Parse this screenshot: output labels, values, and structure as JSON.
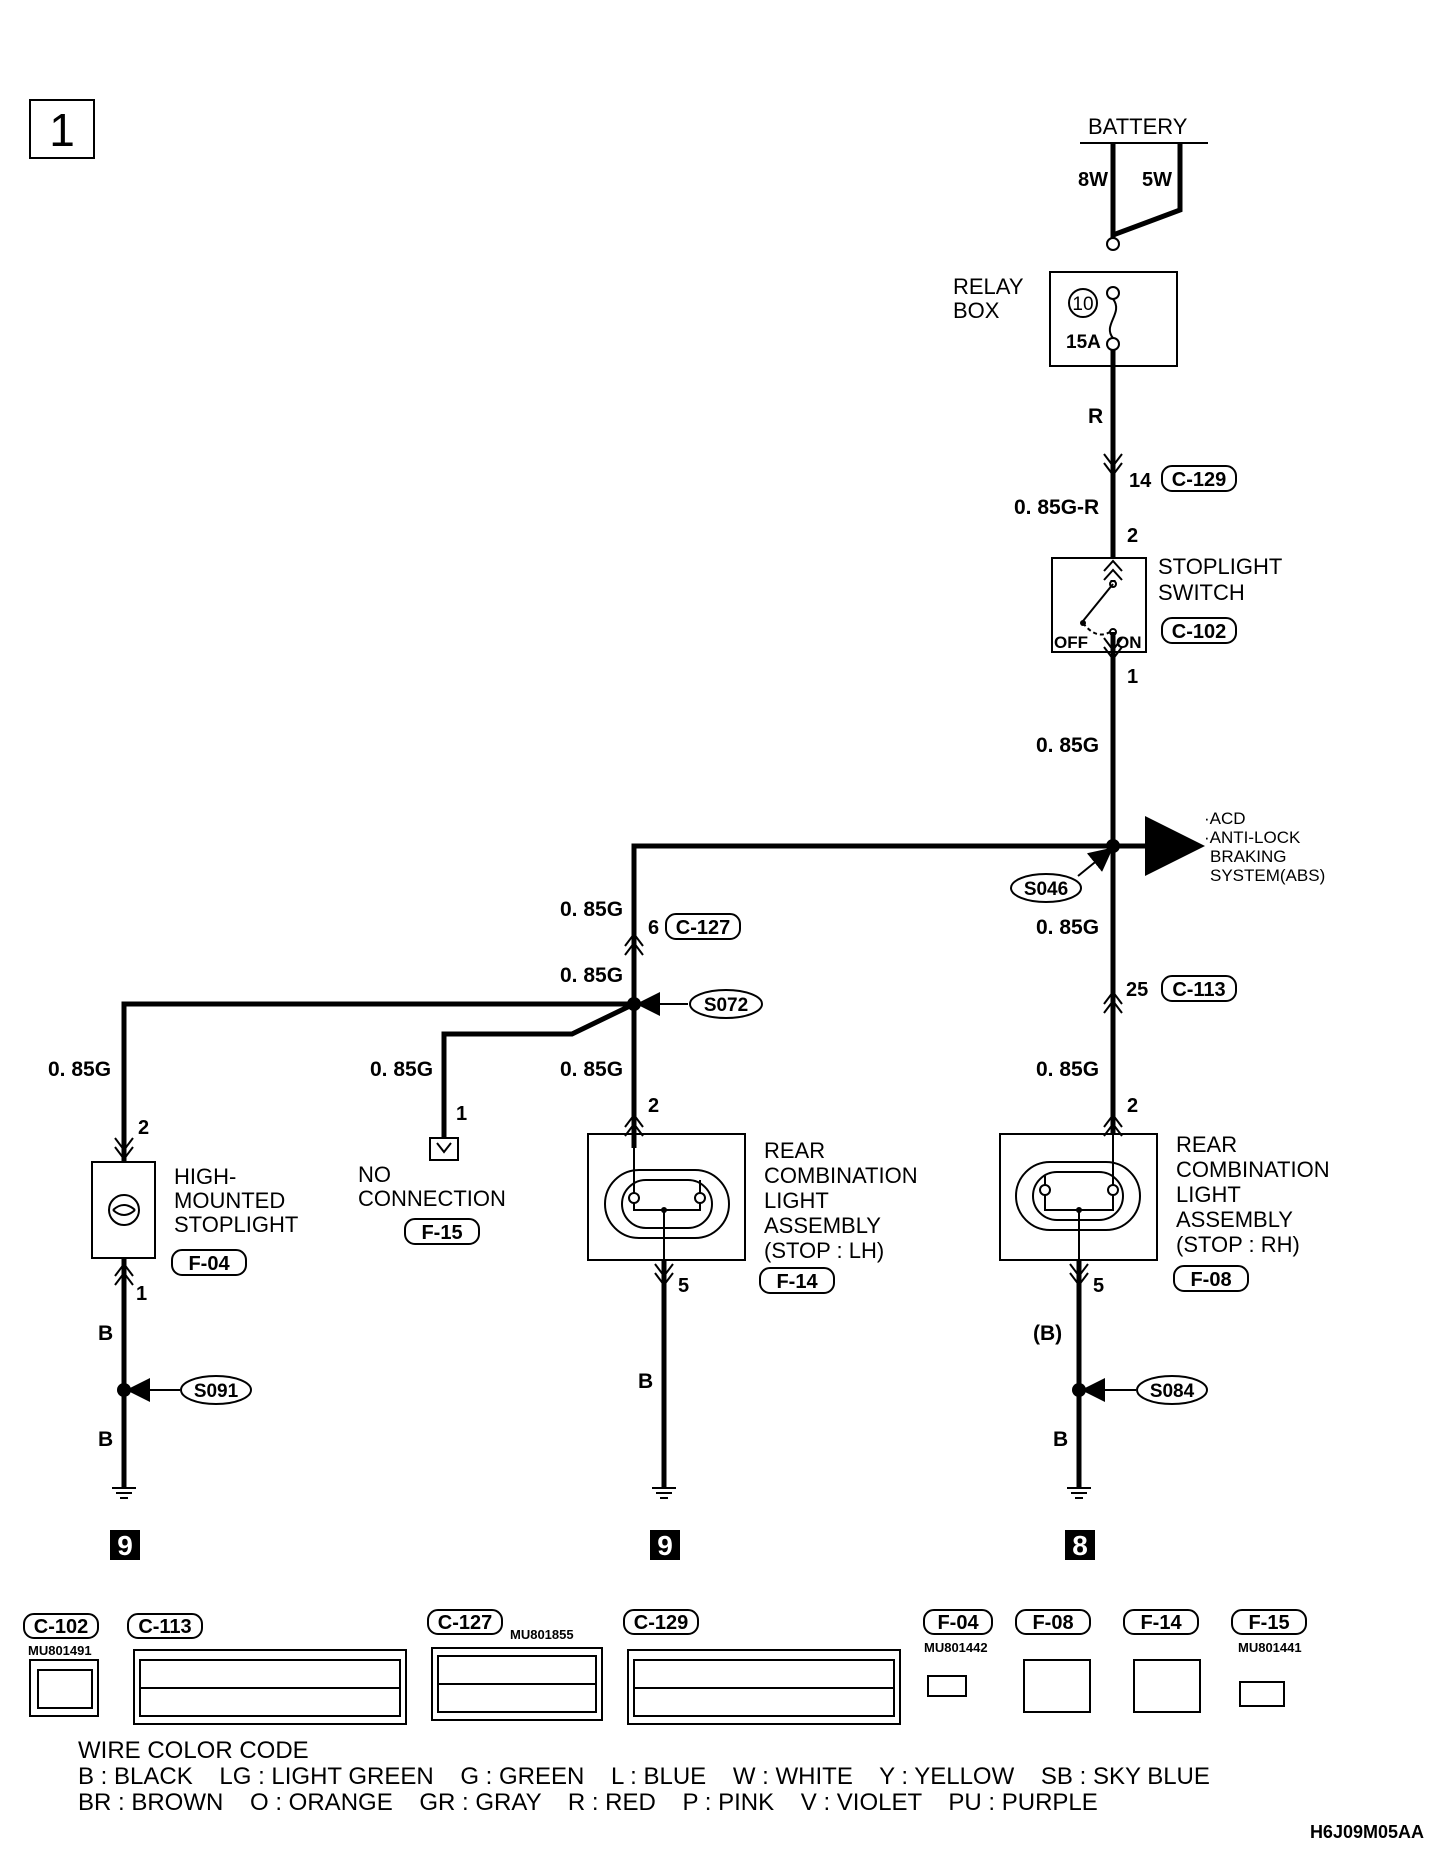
{
  "page_number": "1",
  "battery": "BATTERY",
  "fuse_8w": "8W",
  "fuse_5w": "5W",
  "relay_box": {
    "line1": "RELAY",
    "line2": "BOX",
    "fuse_no": "10",
    "fuse_rating": "15A"
  },
  "wires": {
    "r": "R",
    "g_r": "0. 85G-R",
    "g": "0. 85G",
    "b": "B",
    "b_paren": "(B)"
  },
  "connectors": {
    "c129": "C-129",
    "c102": "C-102",
    "c127": "C-127",
    "c113": "C-113",
    "f04": "F-04",
    "f15": "F-15",
    "f14": "F-14",
    "f08": "F-08"
  },
  "pins": {
    "p14": "14",
    "p2": "2",
    "p1": "1",
    "p6": "6",
    "p25": "25",
    "p5": "5"
  },
  "splices": {
    "s046": "S046",
    "s072": "S072",
    "s091": "S091",
    "s084": "S084"
  },
  "stoplight_switch": {
    "line1": "STOPLIGHT",
    "line2": "SWITCH",
    "off": "OFF",
    "on": "ON"
  },
  "abs_destination": {
    "line1": "·ACD",
    "line2": "·ANTI-LOCK",
    "line3": "BRAKING",
    "line4": "SYSTEM(ABS)"
  },
  "high_mounted": {
    "line1": "HIGH-",
    "line2": "MOUNTED",
    "line3": "STOPLIGHT"
  },
  "no_connection": {
    "line1": "NO",
    "line2": "CONNECTION"
  },
  "rear_lh": {
    "line1": "REAR",
    "line2": "COMBINATION",
    "line3": "LIGHT",
    "line4": "ASSEMBLY",
    "line5": "(STOP : LH)"
  },
  "rear_rh": {
    "line1": "REAR",
    "line2": "COMBINATION",
    "line3": "LIGHT",
    "line4": "ASSEMBLY",
    "line5": "(STOP : RH)"
  },
  "grounds": {
    "g_left": "9",
    "g_mid": "9",
    "g_right": "8"
  },
  "part_numbers": {
    "c102": "MU801491",
    "c127": "MU801855",
    "f04": "MU801442",
    "f15": "MU801441"
  },
  "wire_color_code": {
    "title": "WIRE COLOR CODE",
    "row1": "B : BLACK    LG : LIGHT GREEN    G : GREEN    L : BLUE    W : WHITE    Y : YELLOW    SB : SKY BLUE",
    "row2": "BR : BROWN    O : ORANGE    GR : GRAY    R : RED    P : PINK    V : VIOLET    PU : PURPLE"
  },
  "figure_code": "H6J09M05AA"
}
